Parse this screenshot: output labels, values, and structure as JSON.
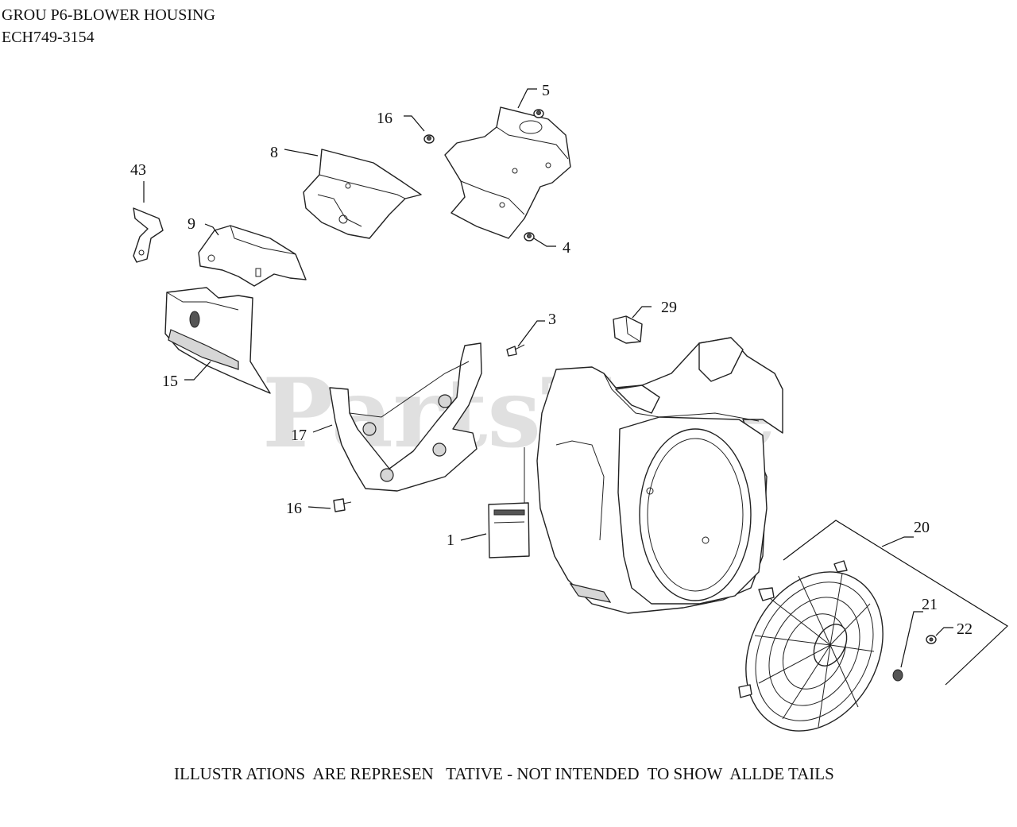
{
  "header": {
    "line1": "GROU P6-BLOWER HOUSING",
    "line2": "ECH749-3154"
  },
  "footer": {
    "note": "ILLUSTR ATIONS  ARE REPRESEN   TATIVE - NOT INTENDED  TO SHOW  ALLDE TAILS"
  },
  "watermark": {
    "text": "PartsTree",
    "tm": "TM"
  },
  "callouts": {
    "c1": "1",
    "c3": "3",
    "c4": "4",
    "c5": "5",
    "c8": "8",
    "c9": "9",
    "c15": "15",
    "c16a": "16",
    "c16b": "16",
    "c17": "17",
    "c20": "20",
    "c21": "21",
    "c22": "22",
    "c29": "29",
    "c43": "43"
  }
}
